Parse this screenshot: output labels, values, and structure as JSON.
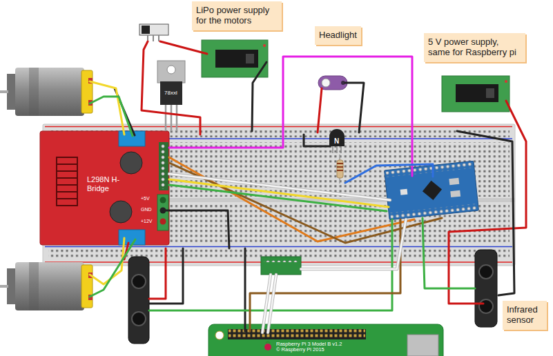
{
  "diagram": {
    "nodes": [
      {
        "text": [
          "LiPo power supply for the motors"
        ]
      },
      {
        "text": [
          "Headlight"
        ]
      },
      {
        "text": [
          "5 V power supply, same for Raspberry pi"
        ]
      },
      {
        "text": [
          "78xxl"
        ]
      },
      {
        "text": [
          "L298N H-Bridge",
          "+5V",
          "GND",
          "+12V"
        ]
      },
      {
        "text": [
          "Infrared sensor"
        ]
      },
      {
        "text": [
          "Raspberry Pi 3 Model B v1.2",
          "© Raspberry Pi 2015"
        ]
      }
    ],
    "labels": [
      "N"
    ]
  }
}
